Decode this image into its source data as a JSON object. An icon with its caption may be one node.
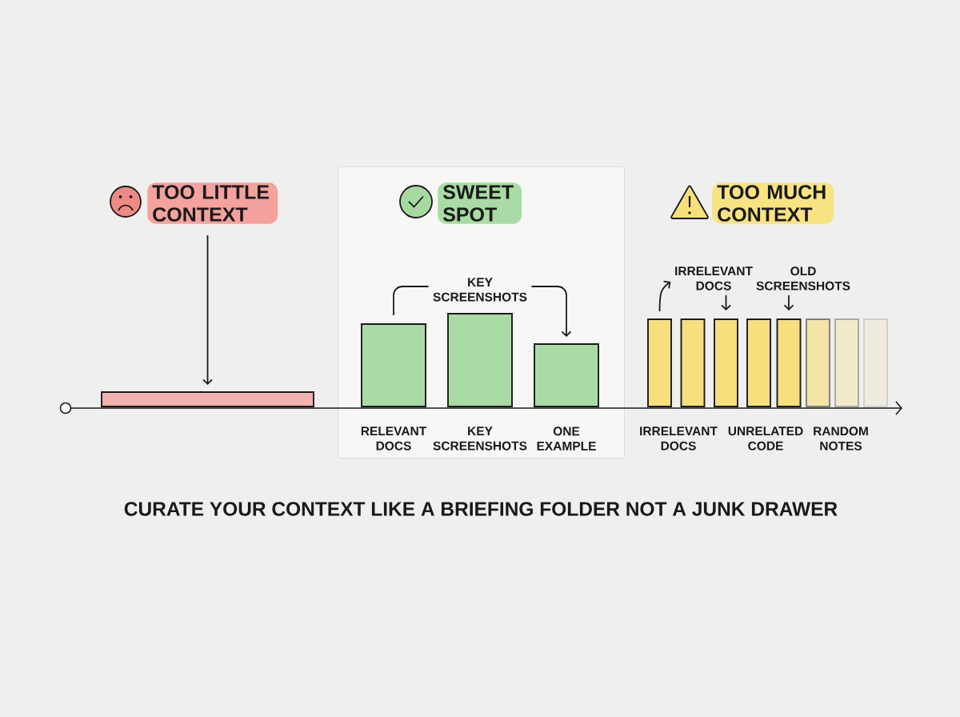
{
  "diagram": {
    "caption": "CURATE YOUR CONTEXT LIKE A BRIEFING FOLDER NOT A JUNK DRAWER",
    "nodes": [
      {
        "text": [
          "TOO LITTLE CONTEXT"
        ]
      },
      {
        "text": [],
        "shape": "bar"
      },
      {
        "text": [],
        "shape": "box"
      },
      {
        "text": [
          "SWEET SPOT"
        ],
        "in": 2
      },
      {
        "text": [],
        "shape": "bar",
        "in": 2,
        "beside": [
          "RELEVANT DOCS"
        ]
      },
      {
        "text": [],
        "shape": "bar",
        "in": 2,
        "beside": [
          "KEY SCREENSHOTS"
        ]
      },
      {
        "text": [],
        "shape": "bar",
        "in": 2,
        "beside": [
          "ONE EXAMPLE"
        ]
      },
      {
        "text": [
          "TOO MUCH CONTEXT"
        ]
      },
      {
        "text": [
          "IRRELEVANT DOCS"
        ]
      },
      {
        "text": [
          "OLD SCREENSHOTS"
        ]
      },
      {
        "text": [],
        "shape": "bar"
      },
      {
        "text": [],
        "shape": "bar"
      },
      {
        "text": [],
        "shape": "bar"
      },
      {
        "text": [],
        "shape": "bar"
      },
      {
        "text": [],
        "shape": "bar"
      },
      {
        "text": [],
        "shape": "bar"
      },
      {
        "text": [],
        "shape": "bar"
      },
      {
        "text": [],
        "shape": "bar"
      }
    ],
    "edges": [
      {
        "from": 0,
        "to": 1,
        "arrow": "to"
      },
      {
        "from": 4,
        "to": 6,
        "arrow": "to",
        "label": "KEY SCREENSHOTS"
      },
      {
        "from": 10,
        "to": 8,
        "arrow": "to"
      },
      {
        "from": 8,
        "to": 12,
        "arrow": "to"
      },
      {
        "from": 9,
        "to": 14,
        "arrow": "to"
      }
    ],
    "labels": [
      "IRRELEVANT DOCS",
      "UNRELATED CODE",
      "RANDOM NOTES"
    ]
  }
}
